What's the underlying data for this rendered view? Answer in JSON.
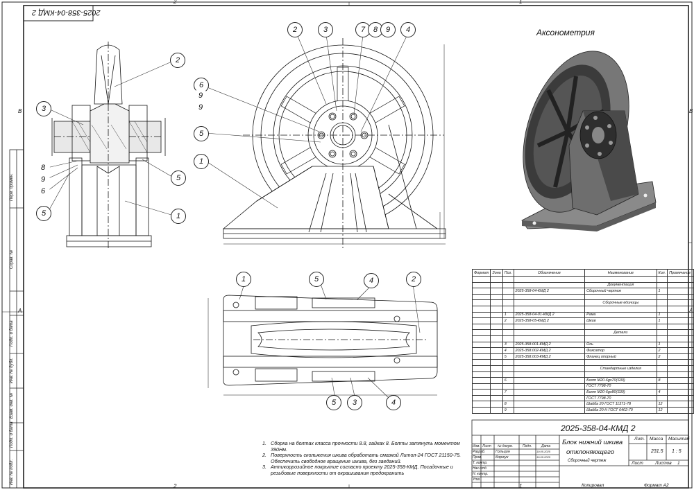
{
  "drawing_number": "2025-358-04-КМД 2",
  "drawing_number_rotated": "2025-358-04-КМД 2",
  "axonometry_title": "Аксонометрия",
  "zone_marks": {
    "top": [
      "2",
      "1"
    ],
    "bottom": [
      "2",
      "1"
    ],
    "left": [
      "B",
      "A"
    ],
    "right": [
      "B",
      "A"
    ]
  },
  "side_stamp_labels": [
    "Перв. примен.",
    "Справ. №",
    "Подп. и дата",
    "Инв. № дубл.",
    "Взам. инв. №",
    "Подп. и дата",
    "Инв. № подл."
  ],
  "callouts": {
    "side_view": [
      "2",
      "3",
      "8",
      "9",
      "6",
      "5",
      "5",
      "1"
    ],
    "front_view": [
      "2",
      "3",
      "7",
      "8",
      "9",
      "4",
      "6",
      "9",
      "9",
      "5",
      "1"
    ],
    "top_view": [
      "1",
      "5",
      "4",
      "2",
      "5",
      "3",
      "4"
    ]
  },
  "notes": [
    {
      "num": "1.",
      "text": "Сборка на болтах класса прочности 8.8, гайках 8. Болты затянуть моментом 390Нм."
    },
    {
      "num": "2.",
      "text": "Поверхность скольжения шкива обработать смазкой Литол-24 ГОСТ 21150-75. Обеспечить свободное вращение шкива, без заеданий."
    },
    {
      "num": "3.",
      "text": "Антикоррозийное покрытие согласно проекту 2025-358-КМД. Посадочные и резьбовые поверхности от окрашивания предохранить"
    }
  ],
  "spec_table": {
    "headers": [
      "Формат",
      "Зона",
      "Поз.",
      "Обозначение",
      "Наименование",
      "Кол.",
      "Примечание"
    ],
    "rows": [
      {
        "section": "Документация"
      },
      {
        "pos": "",
        "designation": "2025-358-04-КМД 2",
        "name": "Сборочный чертеж",
        "qty": "1"
      },
      {
        "section": "Сборочные единицы"
      },
      {
        "pos": "1",
        "designation": "2025-358-04-01-КМД 2",
        "name": "Рама",
        "qty": "1"
      },
      {
        "pos": "2",
        "designation": "2025-358-05-КМД 2",
        "name": "Шкив",
        "qty": "1"
      },
      {
        "section": "Детали"
      },
      {
        "pos": "3",
        "designation": "2025-358.001-КМД 2",
        "name": "Ось",
        "qty": "1"
      },
      {
        "pos": "4",
        "designation": "2025-358.002-КМД 2",
        "name": "Фиксатор",
        "qty": "2"
      },
      {
        "pos": "5",
        "designation": "2025-358.003-КМД 2",
        "name": "Фланец опорный",
        "qty": "2"
      },
      {
        "section": "Стандартные изделия"
      },
      {
        "pos": "6",
        "designation": "",
        "name": "Болт М20-6gх70(S30)",
        "qty": "8"
      },
      {
        "pos": "",
        "designation": "",
        "name": "ГОСТ 7798-70",
        "qty": ""
      },
      {
        "pos": "7",
        "designation": "",
        "name": "Болт М20-6gх80(S30)",
        "qty": "4"
      },
      {
        "pos": "",
        "designation": "",
        "name": "ГОСТ 7798-70",
        "qty": ""
      },
      {
        "pos": "8",
        "designation": "",
        "name": "Шайба 20 ГОСТ 11371-78",
        "qty": "12"
      },
      {
        "pos": "9",
        "designation": "",
        "name": "Шайба 20 Н ГОСТ 6402-70",
        "qty": "12"
      }
    ]
  },
  "title_block": {
    "code": "2025-358-04-КМД 2",
    "name_line1": "Блок нижний шкива",
    "name_line2": "отклоняющего",
    "doc_type": "Сборочный чертеж",
    "col_headers": [
      "Изм.",
      "Лист",
      "№ докум.",
      "Подп.",
      "Дата"
    ],
    "roles": [
      "Разраб.",
      "Пров.",
      "Т. контр.",
      "Нач.отд.",
      "Н. контр.",
      "Утв."
    ],
    "developer": "Гольцин",
    "checker": "Коржук",
    "date1": "19.05.2025",
    "date2": "19.05.2025",
    "lit_label": "Лит.",
    "mass_label": "Масса",
    "scale_label": "Масштаб",
    "mass": "231.5",
    "scale": "1 : 5",
    "sheet_label": "Лист",
    "sheets_label": "Листов",
    "sheets": "1",
    "copied": "Копировал",
    "format": "Формат А2"
  }
}
